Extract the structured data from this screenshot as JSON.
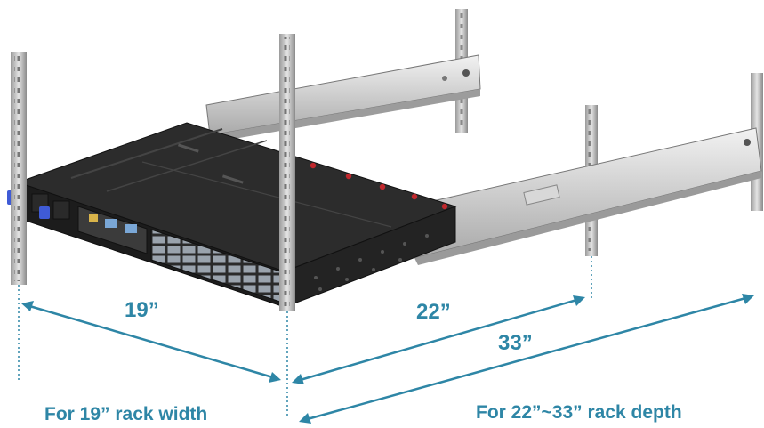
{
  "colors": {
    "accent": "#2e86a6",
    "chassis_dark": "#1f1f1f",
    "chassis_top": "#2b2b2b",
    "rail": "#c8c8c8",
    "rail_shadow": "#8c8c8c",
    "post": "#b9b9b9",
    "latch": "#3f5bd6",
    "ports": "#9aa3ad",
    "red_screw": "#c0282d"
  },
  "dimensions": {
    "width_label": "19”",
    "depth_min_label": "22”",
    "depth_max_label": "33”"
  },
  "captions": {
    "rack_width": "For 19” rack width",
    "rack_depth": "For 22”~33” rack depth"
  },
  "icons": {
    "switch": "network-switch-icon",
    "rack": "rack-post-icon",
    "rail": "slide-rail-icon"
  }
}
